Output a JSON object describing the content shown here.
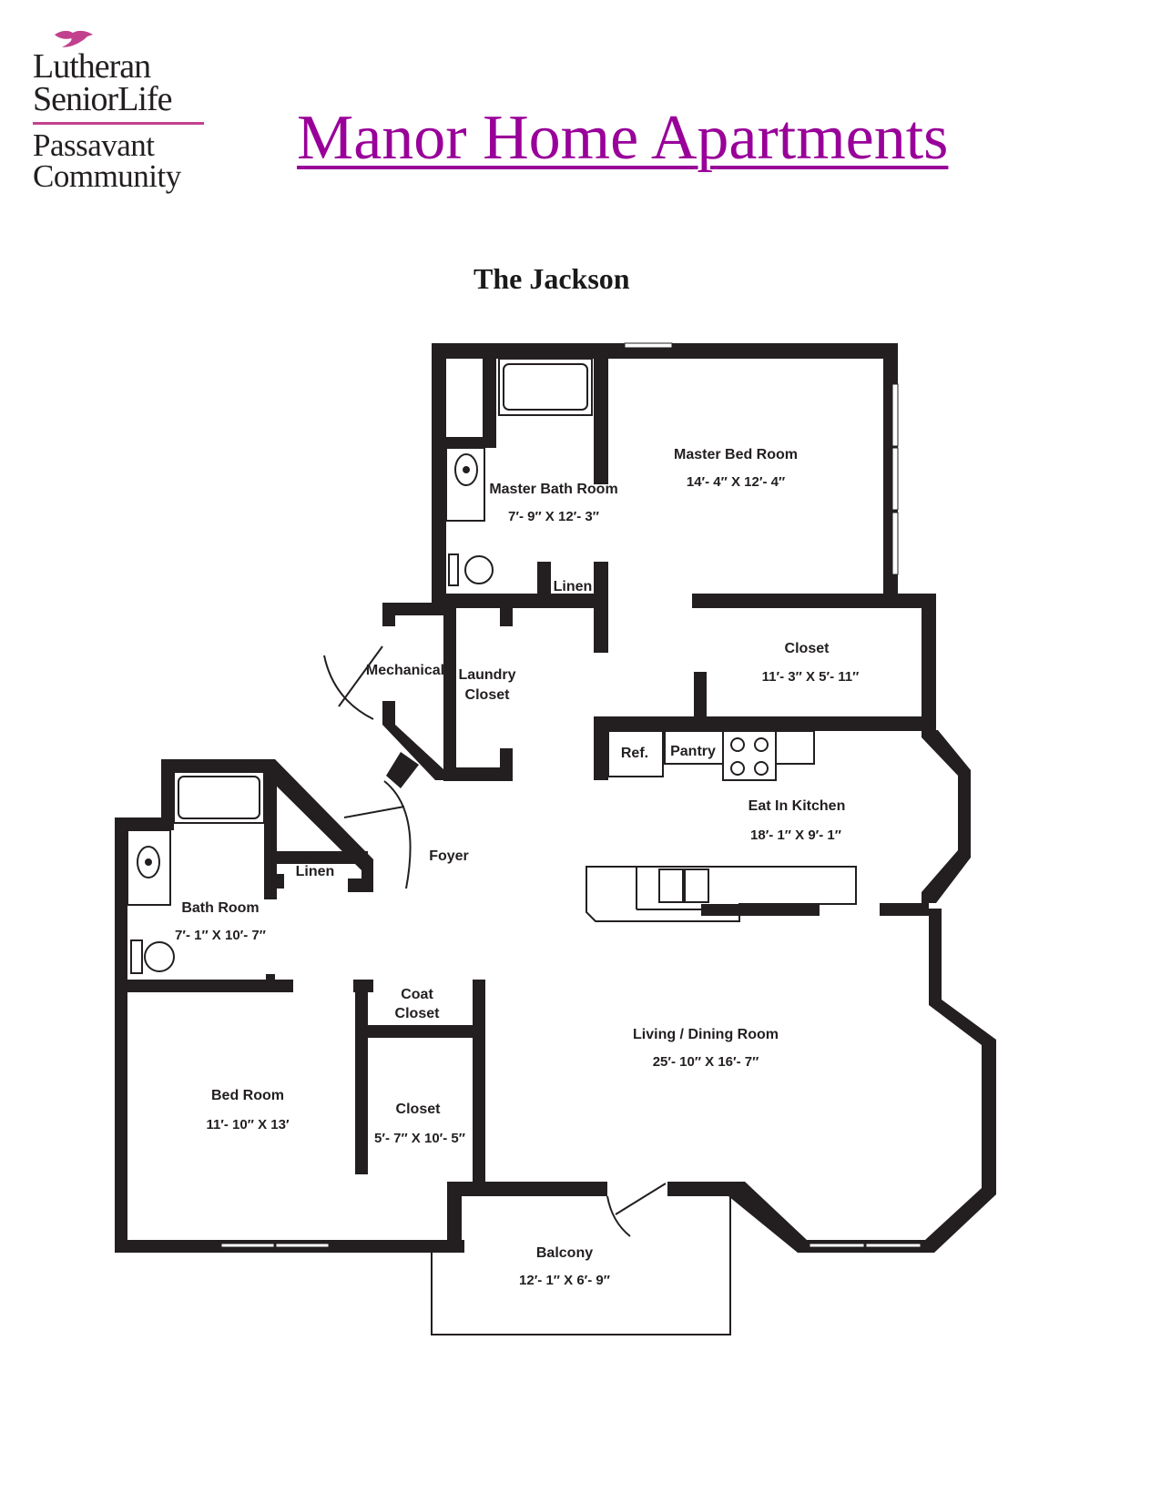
{
  "logo": {
    "line1": "Lutheran",
    "line2": "SeniorLife",
    "line3": "Passavant",
    "line4": "Community",
    "bird_color": "#c2418e",
    "rule_color": "#c2418e"
  },
  "header": {
    "title": "Manor Home Apartments",
    "title_color": "#990099",
    "subtitle": "The Jackson"
  },
  "floor_plan": {
    "rooms": {
      "master_bedroom": {
        "name": "Master Bed Room",
        "size": "14′- 4″ X 12′- 4″"
      },
      "master_bath": {
        "name": "Master Bath Room",
        "size": "7′- 9″ X 12′- 3″"
      },
      "master_linen": {
        "name": "Linen"
      },
      "mechanical": {
        "name": "Mechanical"
      },
      "laundry_line1": {
        "name": "Laundry"
      },
      "laundry_line2": {
        "name": "Closet"
      },
      "master_closet": {
        "name": "Closet",
        "size": "11′- 3″ X 5′- 11″"
      },
      "refrigerator": {
        "name": "Ref."
      },
      "pantry": {
        "name": "Pantry"
      },
      "kitchen": {
        "name": "Eat In Kitchen",
        "size": "18′- 1″ X 9′- 1″"
      },
      "foyer": {
        "name": "Foyer"
      },
      "hall_linen": {
        "name": "Linen"
      },
      "bathroom": {
        "name": "Bath Room",
        "size": "7′- 1″ X 10′- 7″"
      },
      "coat_closet_line1": {
        "name": "Coat"
      },
      "coat_closet_line2": {
        "name": "Closet"
      },
      "living_dining": {
        "name": "Living / Dining Room",
        "size": "25′- 10″ X 16′- 7″"
      },
      "bedroom": {
        "name": "Bed Room",
        "size": "11′- 10″ X 13′"
      },
      "bedroom_closet": {
        "name": "Closet",
        "size": "5′- 7″ X 10′- 5″"
      },
      "balcony": {
        "name": "Balcony",
        "size": "12′- 1″ X 6′- 9″"
      }
    }
  }
}
